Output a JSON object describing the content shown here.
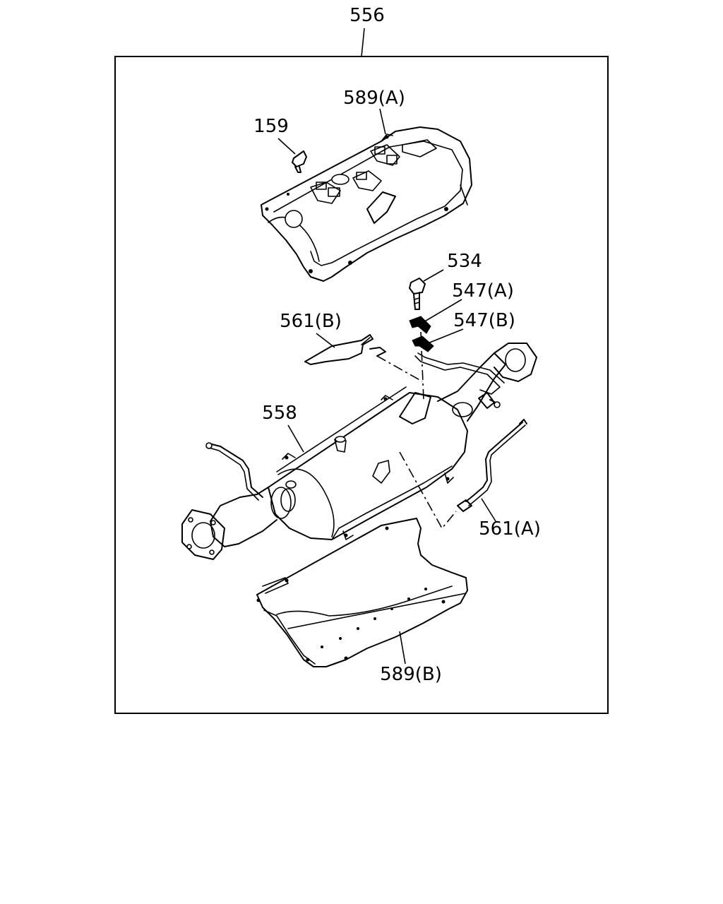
{
  "diagram": {
    "assembly_label": "556",
    "parts": {
      "p589a": "589(A)",
      "p159": "159",
      "p534": "534",
      "p547a": "547(A)",
      "p547b": "547(B)",
      "p561b": "561(B)",
      "p558": "558",
      "p561a": "561(A)",
      "p589b": "589(B)"
    }
  }
}
